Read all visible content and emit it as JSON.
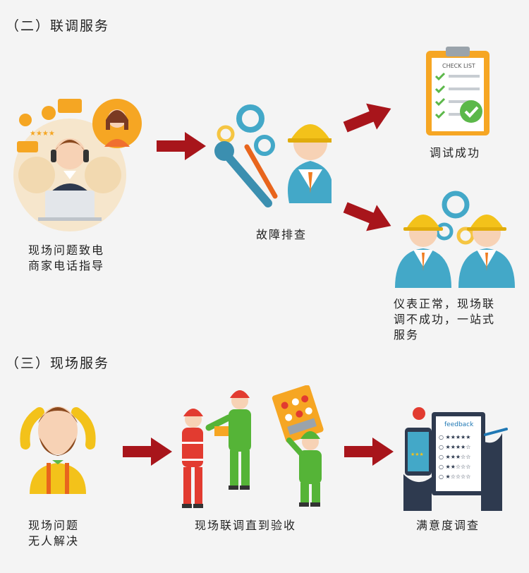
{
  "sections": [
    {
      "title": "（二）联调服务",
      "steps": [
        {
          "label": "现场问题致电\n商家电话指导",
          "icon": "call-center-operator-icon"
        },
        {
          "label": "故障排查",
          "icon": "engineer-with-tools-icon"
        },
        {
          "label": "调试成功",
          "icon": "checklist-clipboard-icon",
          "clipboard_text": "CHECK LIST"
        },
        {
          "label": "仪表正常，现场联\n调不成功，一站式\n服务",
          "icon": "two-engineers-icon"
        }
      ]
    },
    {
      "title": "（三）现场服务",
      "steps": [
        {
          "label": "现场问题\n无人解决",
          "icon": "confused-man-icon"
        },
        {
          "label": "现场联调直到验收",
          "icon": "field-workers-icon"
        },
        {
          "label": "满意度调查",
          "icon": "feedback-survey-icon",
          "form_text": "feedback"
        }
      ]
    }
  ],
  "colors": {
    "arrow": "#a8151b",
    "helmet": "#f3c21a",
    "suit_blue": "#43a8c8",
    "worker_green": "#55b437",
    "worker_red": "#e23b30"
  }
}
